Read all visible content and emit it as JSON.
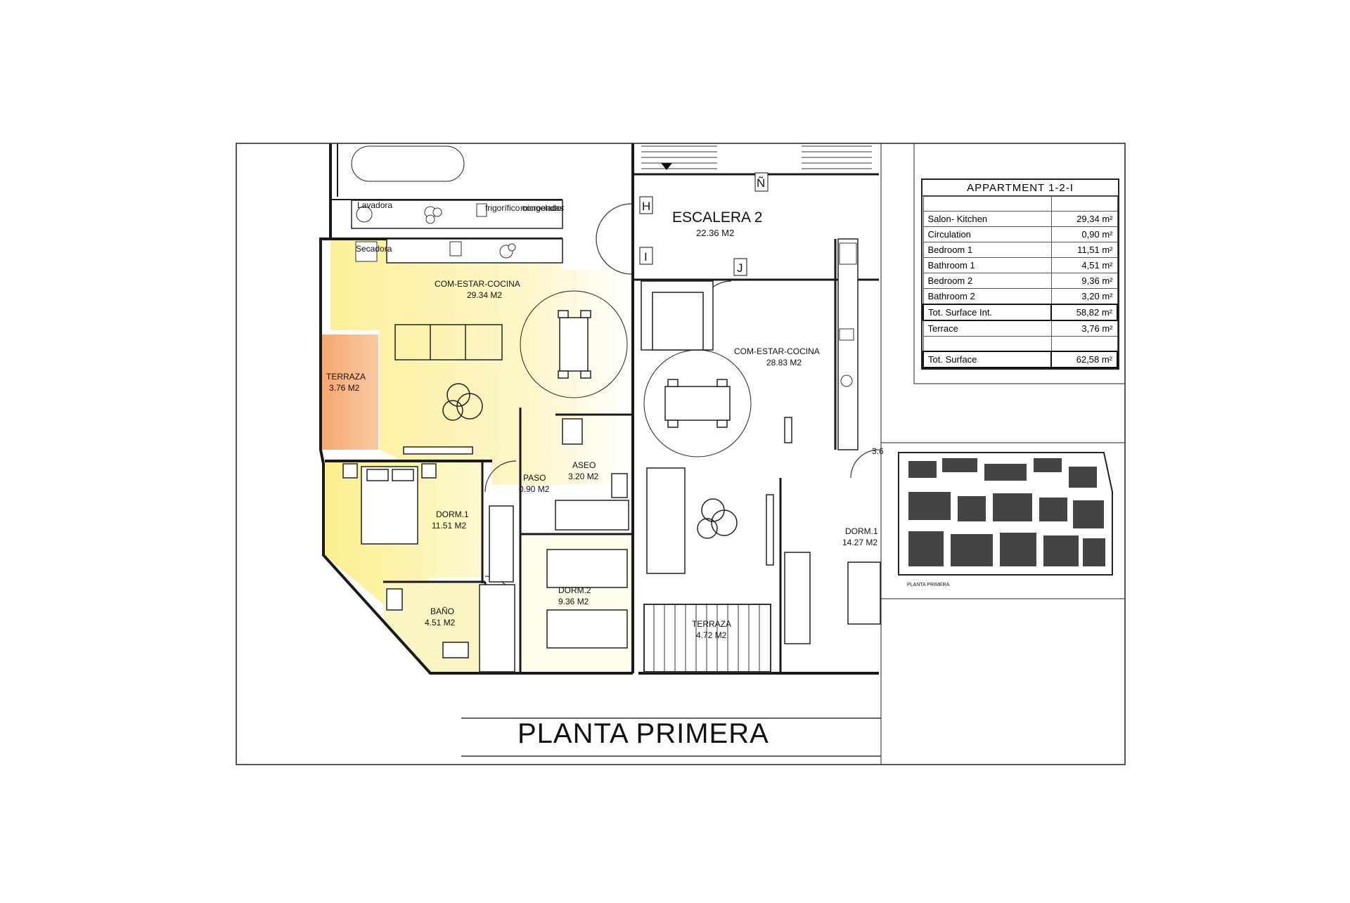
{
  "plan_title": "PLANTA PRIMERA",
  "stair": {
    "label": "ESCALERA 2",
    "area": "22.36 M2",
    "markers": [
      "H",
      "I",
      "J",
      "Ñ"
    ]
  },
  "unit_left": {
    "living": {
      "label": "COM-ESTAR-COCINA",
      "area": "29.34 M2"
    },
    "terrace": {
      "label": "TERRAZA",
      "area": "3.76 M2"
    },
    "dorm1": {
      "label": "DORM.1",
      "area": "11.51 M2"
    },
    "bath": {
      "label": "BAÑO",
      "area": "4.51 M2"
    },
    "hall": {
      "label": "PASO",
      "area": "0.90 M2"
    },
    "toilet": {
      "label": "ASEO",
      "area": "3.20 M2"
    },
    "dorm2": {
      "label": "DORM.2",
      "area": "9.36 M2"
    }
  },
  "unit_right": {
    "living": {
      "label": "COM-ESTAR-COCINA",
      "area": "28.83 M2"
    },
    "terrace": {
      "label": "TERRAZA",
      "area": "4.72 M2"
    },
    "dorm1": {
      "label": "DORM.1",
      "area": "14.27 M2"
    },
    "partial_area": "3.6"
  },
  "appliances": {
    "washer": "Lavadora",
    "dryer": "Secadora",
    "microwave": "microondas",
    "fridge": "frigorífico congelador"
  },
  "area_table": {
    "title": "APPARTMENT 1-2-I",
    "rows": [
      {
        "name": "",
        "value": ""
      },
      {
        "name": "Salon- Kitchen",
        "value": "29,34 m²"
      },
      {
        "name": "Circulation",
        "value": "0,90 m²"
      },
      {
        "name": "Bedroom 1",
        "value": "11,51 m²"
      },
      {
        "name": "Bathroom 1",
        "value": "4,51 m²"
      },
      {
        "name": "Bedroom 2",
        "value": "9,36 m²"
      },
      {
        "name": "Bathroom 2",
        "value": "3,20 m²"
      },
      {
        "name": "Tot. Surface Int.",
        "value": "58,82 m²"
      },
      {
        "name": "Terrace",
        "value": "3,76 m²"
      },
      {
        "name": "",
        "value": ""
      },
      {
        "name": "Tot. Surface",
        "value": "62,58 m²"
      }
    ]
  },
  "minimap": {
    "label": "PLANTA PRIMERA"
  },
  "colors": {
    "living_fill": "#fbf3b0",
    "living_fill_light": "#fffce6",
    "terrace_fill": "#f5b383",
    "wall": "#1a1a1a"
  }
}
